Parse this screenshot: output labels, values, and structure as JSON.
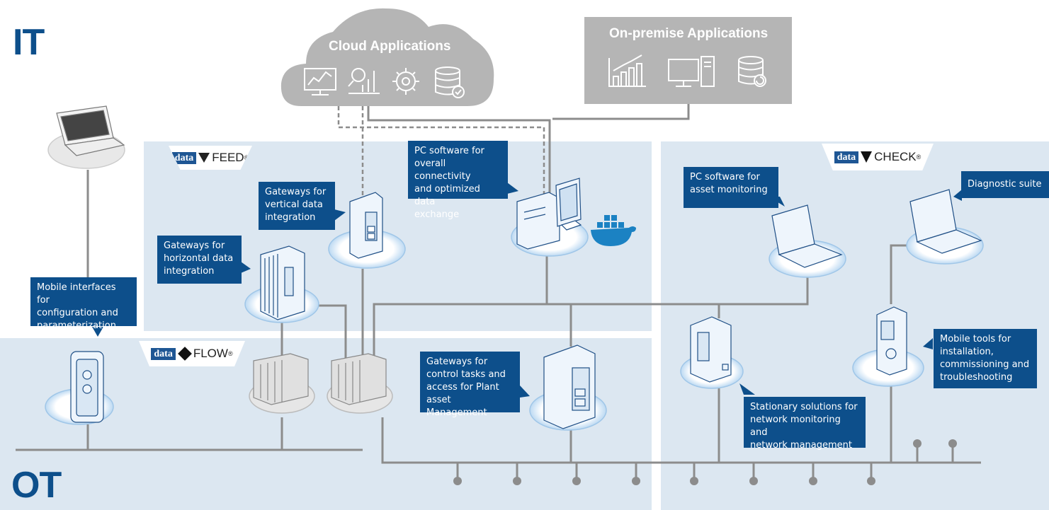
{
  "zones": {
    "it": "IT",
    "ot": "OT"
  },
  "cloud": {
    "title": "Cloud Applications",
    "icons": [
      "monitor-chart-icon",
      "magnifier-chart-icon",
      "gear-network-icon",
      "database-check-icon"
    ]
  },
  "onpremise": {
    "title": "On-premise Applications",
    "icons": [
      "bar-chart-icon",
      "desktop-computer-icon",
      "database-refresh-icon"
    ]
  },
  "brands": {
    "feed": {
      "prefix": "data",
      "name": "FEED",
      "mark": "®"
    },
    "check": {
      "prefix": "data",
      "name": "CHECK",
      "mark": "®"
    },
    "flow": {
      "prefix": "data",
      "name": "FLOW",
      "mark": "®"
    }
  },
  "callouts": {
    "pc_software": [
      "PC software for",
      "overall connectivity",
      "and optimized data",
      "exchange"
    ],
    "vertical": [
      "Gateways for",
      "vertical data",
      "integration"
    ],
    "horizontal": [
      "Gateways for",
      "horizontal data",
      "integration"
    ],
    "mobile_interfaces": [
      "Mobile interfaces for",
      "configuration and",
      "parameterization"
    ],
    "control_tasks": [
      "Gateways for",
      "control tasks and",
      "access for Plant",
      "asset Management"
    ],
    "asset_monitoring": [
      "PC software for",
      "asset monitoring"
    ],
    "diagnostic": [
      "Diagnostic suite"
    ],
    "mobile_tools": [
      "Mobile tools for",
      "installation,",
      "commissioning and",
      "troubleshooting"
    ],
    "stationary": [
      "Stationary solutions for",
      "network monitoring and",
      "network management"
    ]
  },
  "colors": {
    "brand_blue": "#0d4f8b",
    "zone_bg": "#dce7f1",
    "cloud_gray": "#b3b3b3",
    "line_gray": "#8c8c8c"
  }
}
